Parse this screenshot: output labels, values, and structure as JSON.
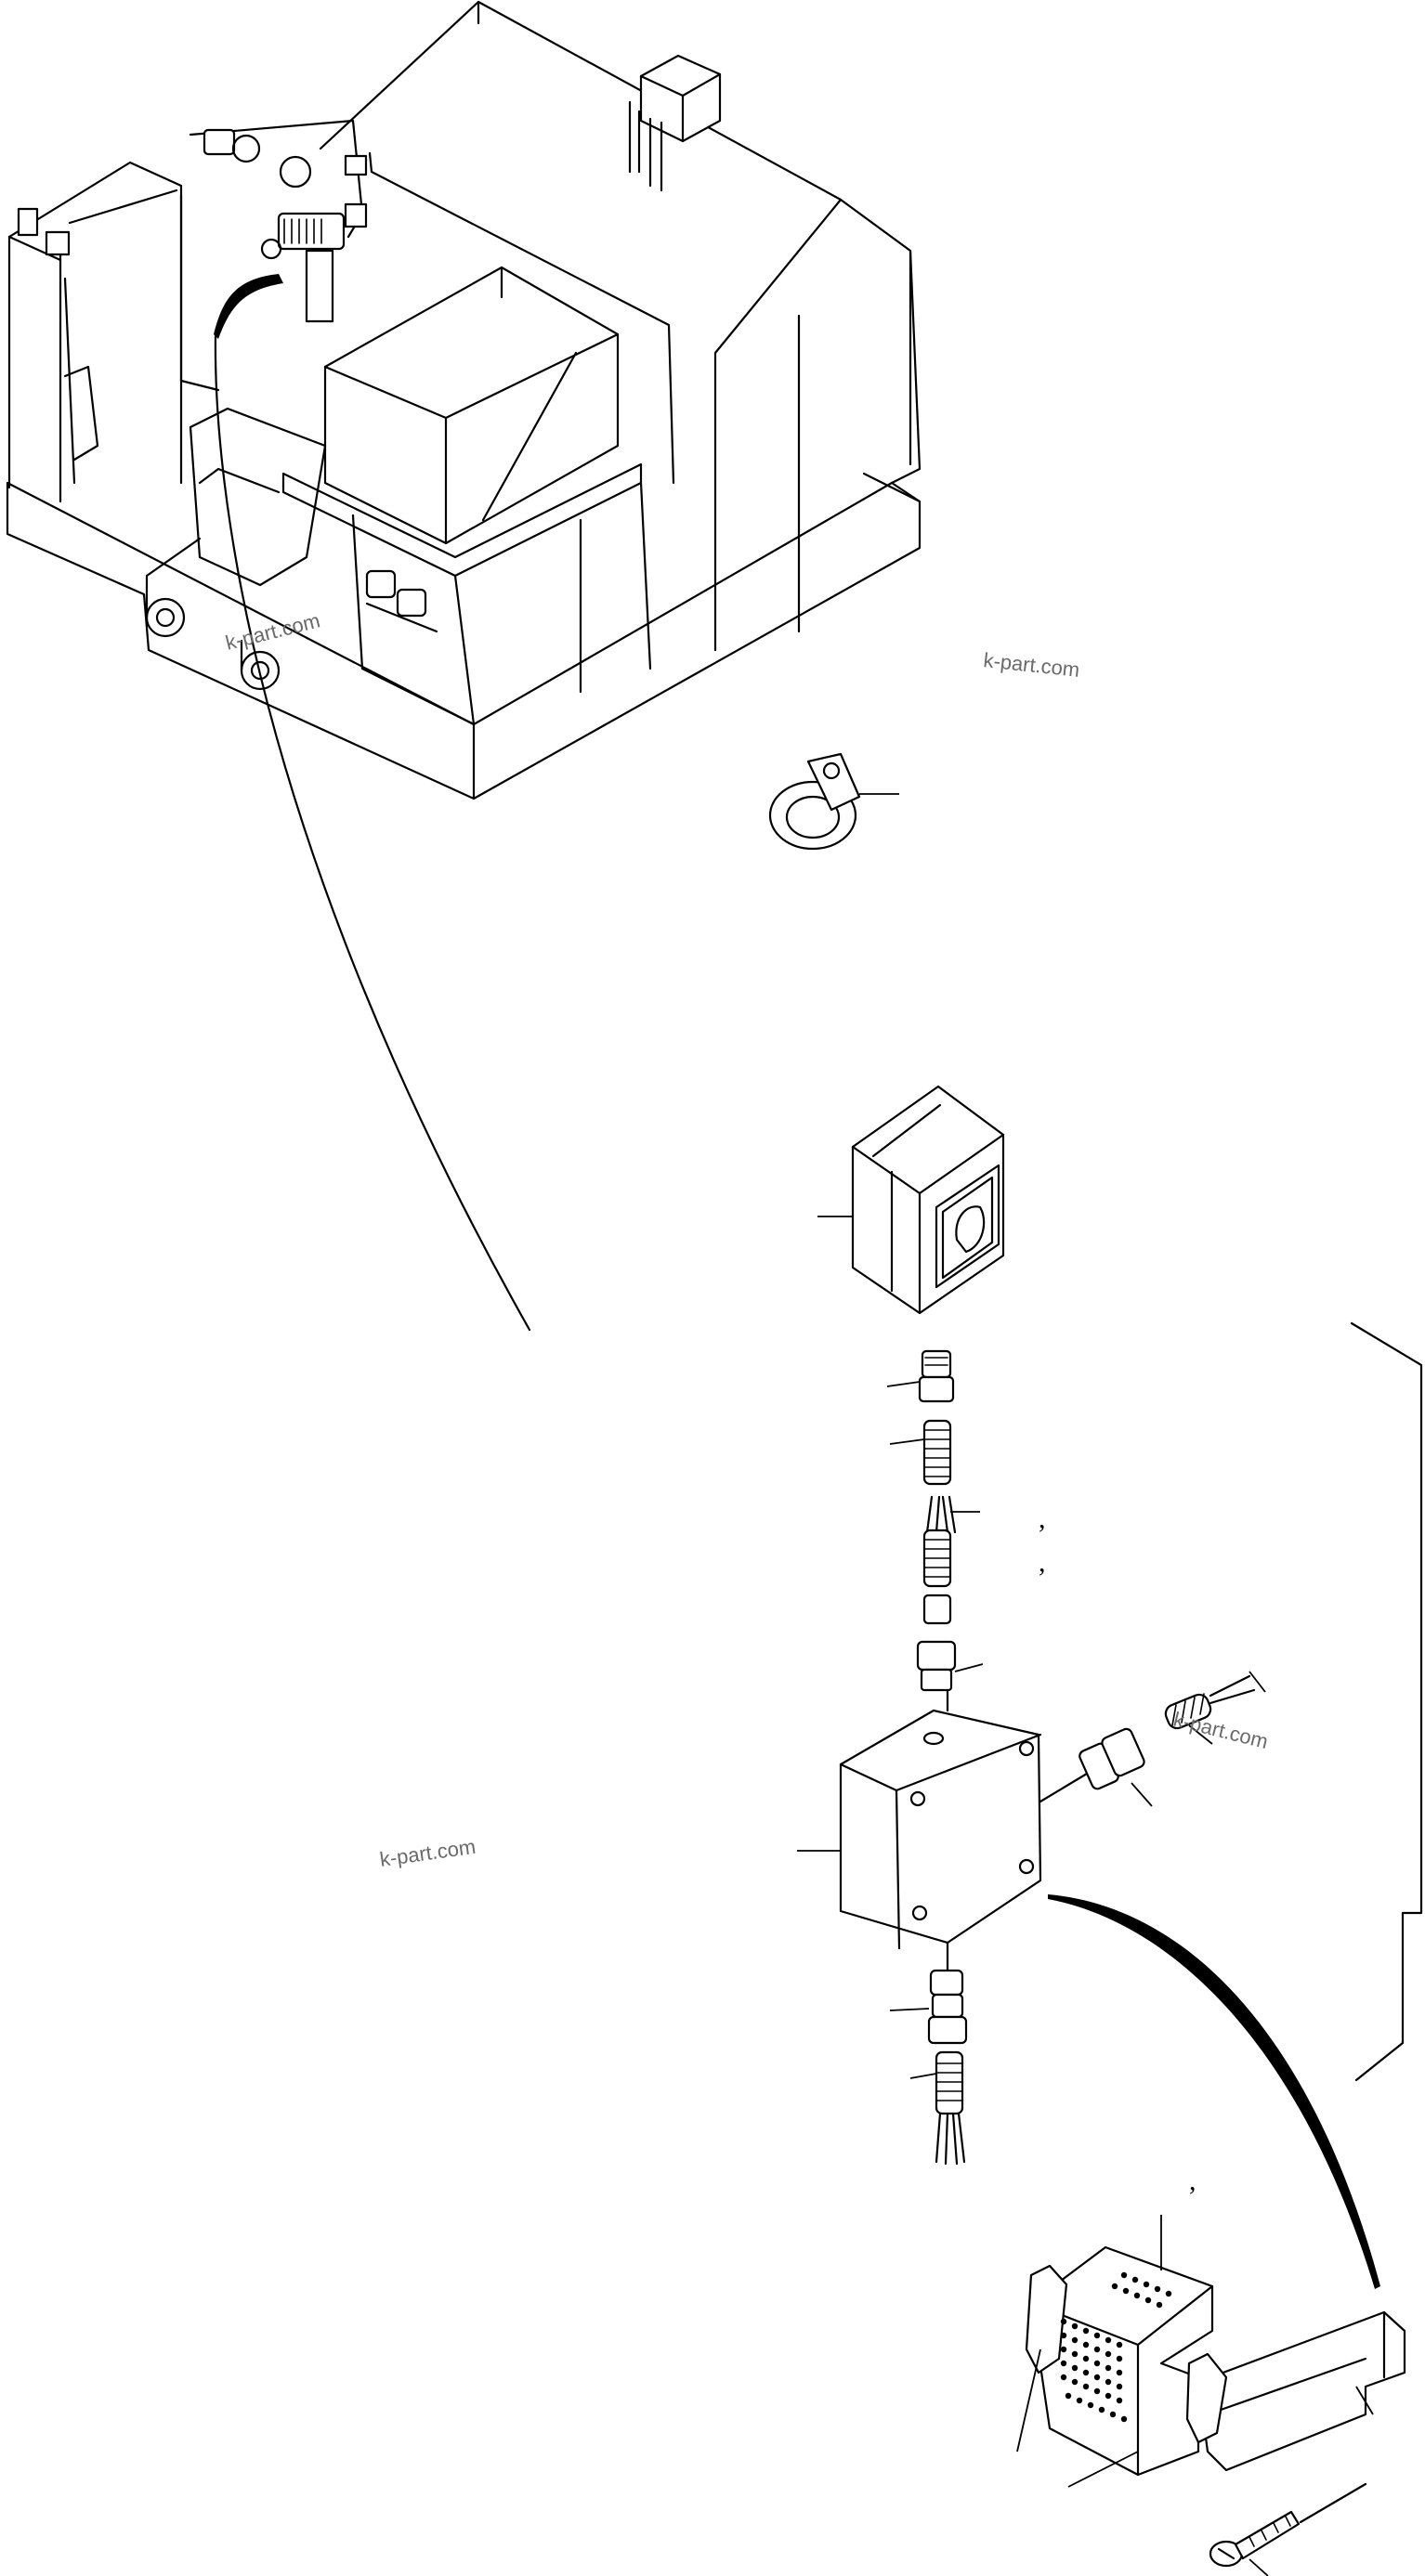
{
  "watermarks": [
    "k-part.com",
    "k-part.com",
    "k-part.com",
    "k-part.com"
  ],
  "marks": [
    ",",
    ",",
    ","
  ],
  "colors": {
    "line": "#000000",
    "background": "#ffffff",
    "watermark": "#6a6a6a"
  }
}
